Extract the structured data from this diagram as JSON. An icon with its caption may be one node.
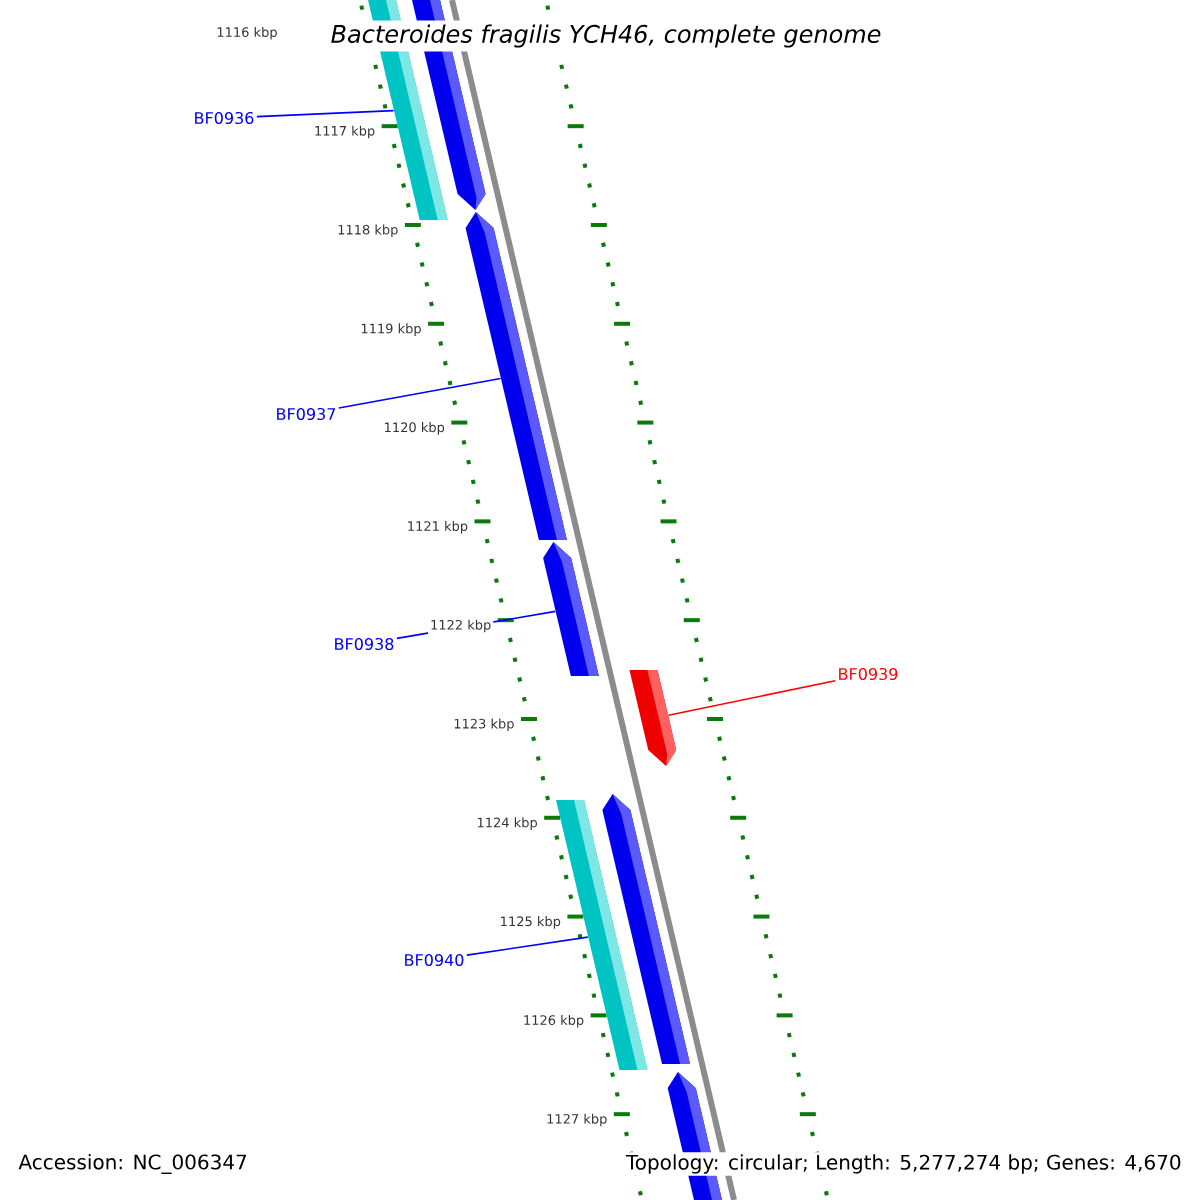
{
  "diagram": {
    "title": "Bacteroides fragilis YCH46, complete genome",
    "nodes": [
      {
        "text": [
          "BF0936"
        ]
      },
      {
        "text": [
          "BF0937"
        ]
      },
      {
        "text": [
          "BF0938"
        ]
      },
      {
        "text": [
          "BF0939"
        ]
      },
      {
        "text": [
          "BF0940"
        ]
      },
      {
        "text": [],
        "shape": "bar"
      },
      {
        "text": [],
        "shape": "arrow"
      },
      {
        "text": [],
        "shape": "arrow"
      },
      {
        "text": [],
        "shape": "arrow"
      },
      {
        "text": [],
        "shape": "arrow"
      },
      {
        "text": [],
        "shape": "bar"
      },
      {
        "text": [],
        "shape": "arrow"
      },
      {
        "text": [],
        "shape": "arrow"
      }
    ],
    "edges": [
      {
        "from": 0,
        "to": 5,
        "arrow": "none"
      },
      {
        "from": 1,
        "to": 7,
        "arrow": "none"
      },
      {
        "from": 2,
        "to": 8,
        "arrow": "none"
      },
      {
        "from": 3,
        "to": 9,
        "arrow": "none",
        "color": "#ff0000"
      },
      {
        "from": 4,
        "to": 10,
        "arrow": "none"
      }
    ],
    "labels": [
      "1116 kbp",
      "1117 kbp",
      "1118 kbp",
      "1119 kbp",
      "1120 kbp",
      "1121 kbp",
      "1122 kbp",
      "1123 kbp",
      "1124 kbp",
      "1125 kbp",
      "1126 kbp",
      "1127 kbp",
      "Accession: NC_006347",
      "Topology: circular; Length: 5,277,274 bp; Genes: 4,670"
    ]
  }
}
